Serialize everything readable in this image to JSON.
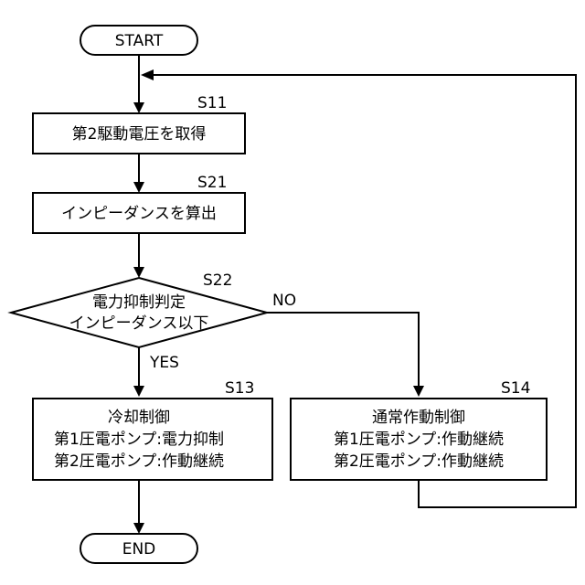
{
  "flowchart": {
    "start": {
      "label": "START"
    },
    "end": {
      "label": "END"
    },
    "steps": {
      "s11": {
        "id": "S11",
        "label": "第2駆動電圧を取得"
      },
      "s21": {
        "id": "S21",
        "label": "インピーダンスを算出"
      },
      "s22": {
        "id": "S22",
        "lines": [
          "電力抑制判定",
          "インピーダンス以下"
        ]
      },
      "s13": {
        "id": "S13",
        "lines": [
          "冷却制御",
          "第1圧電ポンプ:電力抑制",
          "第2圧電ポンプ:作動継続"
        ]
      },
      "s14": {
        "id": "S14",
        "lines": [
          "通常作動制御",
          "第1圧電ポンプ:作動継続",
          "第2圧電ポンプ:作動継続"
        ]
      }
    },
    "branches": {
      "yes": "YES",
      "no": "NO"
    }
  }
}
